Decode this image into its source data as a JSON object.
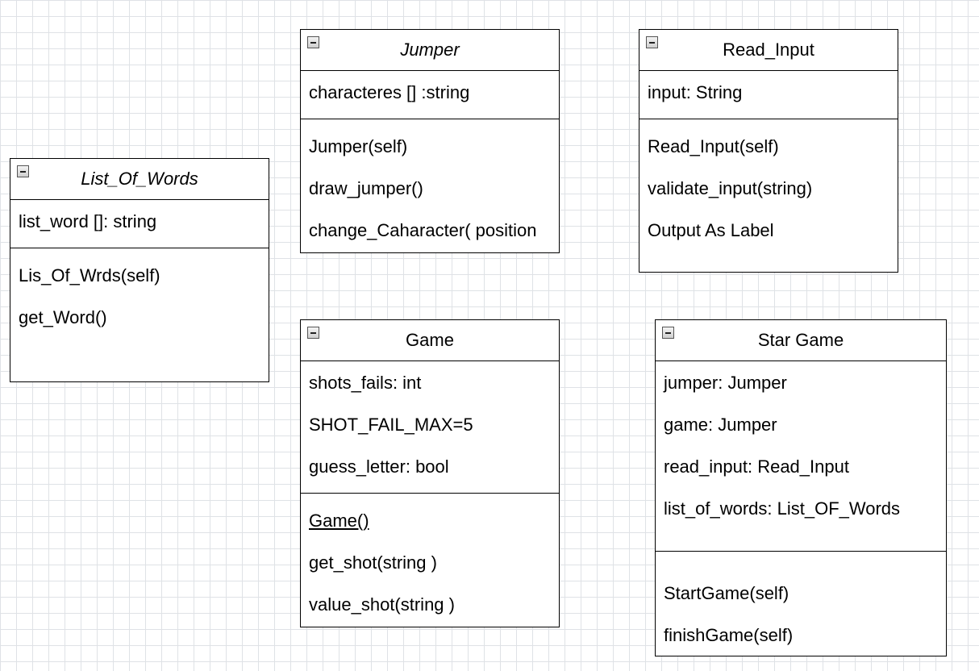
{
  "classes": {
    "list_of_words": {
      "name": "List_Of_Words",
      "attributes": [
        "list_word []: string"
      ],
      "methods": [
        "Lis_Of_Wrds(self)",
        "get_Word()"
      ]
    },
    "jumper": {
      "name": "Jumper",
      "attributes": [
        "characteres [] :string"
      ],
      "methods": [
        "Jumper(self)",
        "draw_jumper()",
        "change_Caharacter( position"
      ]
    },
    "read_input": {
      "name": "Read_Input",
      "attributes": [
        "input: String"
      ],
      "methods": [
        "Read_Input(self)",
        "validate_input(string)",
        "Output As Label"
      ]
    },
    "game": {
      "name": "Game",
      "attributes": [
        "shots_fails: int",
        "SHOT_FAIL_MAX=5",
        "guess_letter: bool"
      ],
      "methods": [
        "Game()",
        "get_shot(string )",
        "value_shot(string )"
      ]
    },
    "star_game": {
      "name": "Star Game",
      "attributes": [
        "jumper: Jumper",
        "game: Jumper",
        "read_input: Read_Input",
        "list_of_words: List_OF_Words"
      ],
      "methods": [
        "StartGame(self)",
        "finishGame(self)"
      ]
    }
  }
}
